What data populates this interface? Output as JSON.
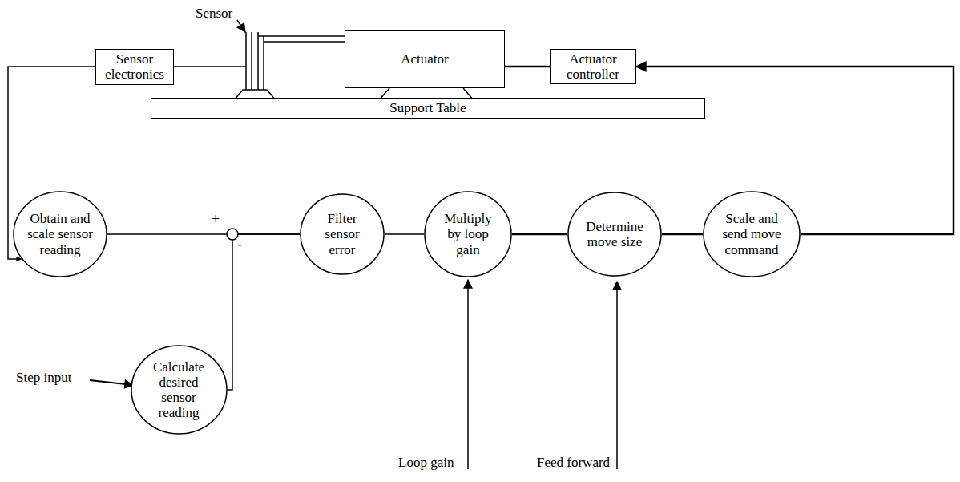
{
  "diagram": {
    "nodes": [
      {
        "text": [
          "Sensor electronics"
        ]
      },
      {
        "text": [
          "Actuator"
        ]
      },
      {
        "text": [
          "Actuator controller"
        ]
      },
      {
        "text": [
          "Support Table"
        ]
      },
      {
        "text": [
          "Obtain and scale sensor reading"
        ]
      },
      {
        "text": [
          "Filter sensor error"
        ]
      },
      {
        "text": [
          "Multiply by loop gain"
        ]
      },
      {
        "text": [
          "Determine move size"
        ]
      },
      {
        "text": [
          "Scale and send move command"
        ]
      },
      {
        "text": [
          "Calculate desired sensor reading"
        ]
      }
    ],
    "edges": [
      {
        "from": 0,
        "to": 4,
        "arrow": "to"
      },
      {
        "from": 4,
        "to": 5,
        "arrow": "none"
      },
      {
        "from": 9,
        "to": 5,
        "arrow": "none"
      },
      {
        "from": 5,
        "to": 6,
        "arrow": "none"
      },
      {
        "from": 6,
        "to": 7,
        "arrow": "none"
      },
      {
        "from": 7,
        "to": 8,
        "arrow": "none"
      },
      {
        "from": 8,
        "to": 2,
        "arrow": "to"
      },
      {
        "from": 2,
        "to": 1,
        "arrow": "none"
      }
    ],
    "labels": [
      "Sensor",
      "+",
      "-",
      "Step input",
      "Loop gain",
      "Feed forward"
    ]
  }
}
